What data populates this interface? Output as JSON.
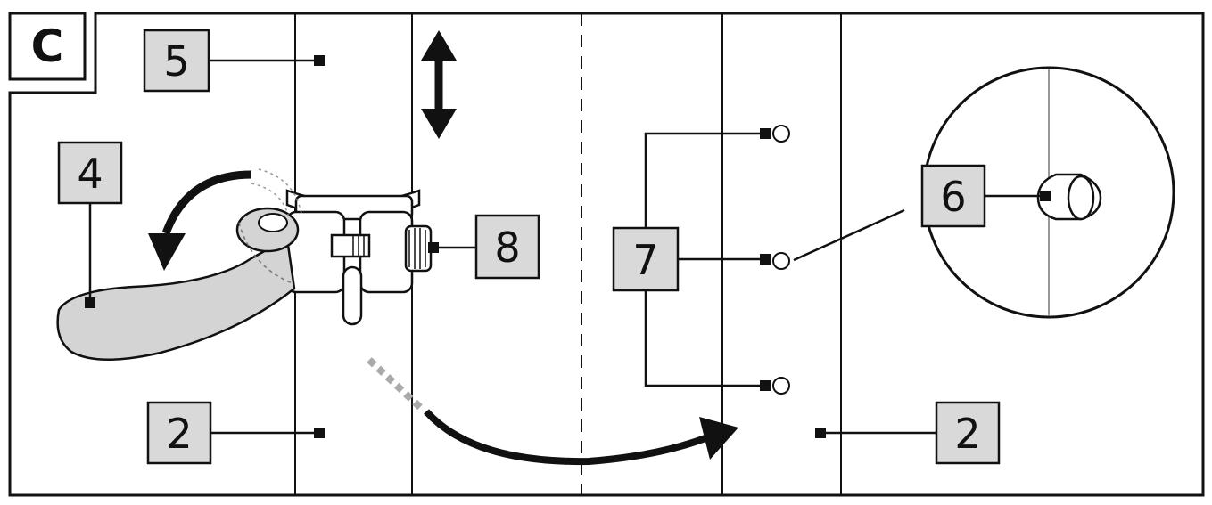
{
  "panel": {
    "letter": "C"
  },
  "labels": {
    "l5": "5",
    "l4": "4",
    "l8": "8",
    "l7": "7",
    "l6": "6",
    "l2_left": "2",
    "l2_right": "2"
  },
  "colors": {
    "stroke": "#111111",
    "box_fill": "#d9d9d9",
    "part_fill": "#d4d4d4"
  }
}
